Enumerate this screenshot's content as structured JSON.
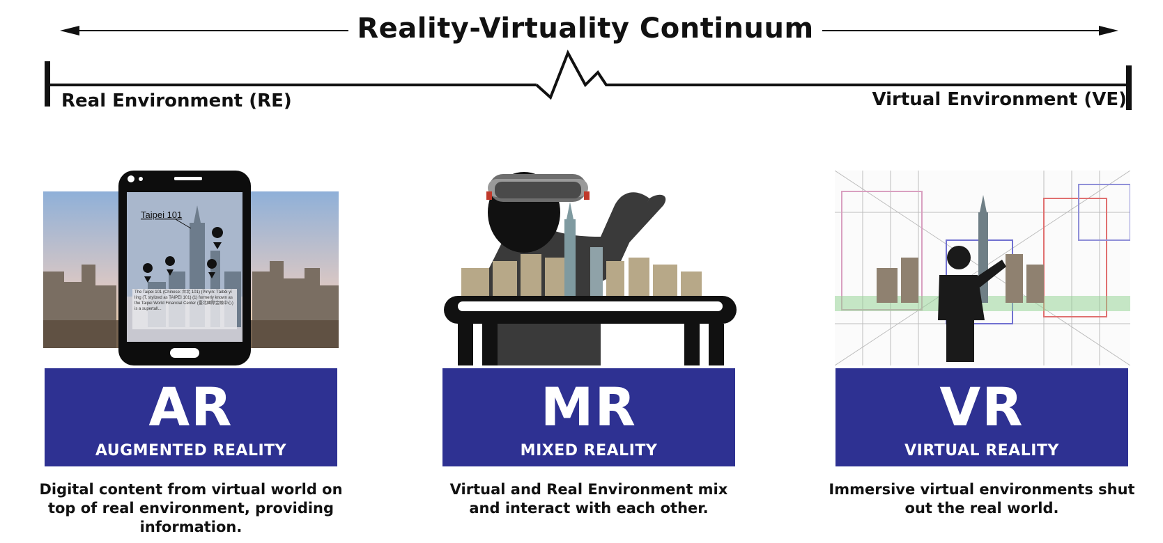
{
  "title": "Reality-Virtuality Continuum",
  "scale": {
    "left_label": "Real Environment (RE)",
    "right_label": "Virtual Environment (VE)"
  },
  "panels": [
    {
      "abbr": "AR",
      "name": "AUGMENTED REALITY",
      "description": "Digital content from virtual world on top of real environment, providing information.",
      "phone_label": "Taipei 101",
      "phone_caption": "The Taipei 101 (Chinese: 台北 101) (Pinyin: Táiběi yī líng (T, stylized as TAIPEI 101) (1) formerly known as the Taipei World Financial Center (臺北國際金融中心) is a supertall..."
    },
    {
      "abbr": "MR",
      "name": "MIXED REALITY",
      "description": "Virtual and Real Environment mix and interact with each other."
    },
    {
      "abbr": "VR",
      "name": "VIRTUAL REALITY",
      "description": "Immersive virtual  environments shut out the real world."
    }
  ],
  "colors": {
    "banner": "#2e3192",
    "line": "#111111"
  }
}
